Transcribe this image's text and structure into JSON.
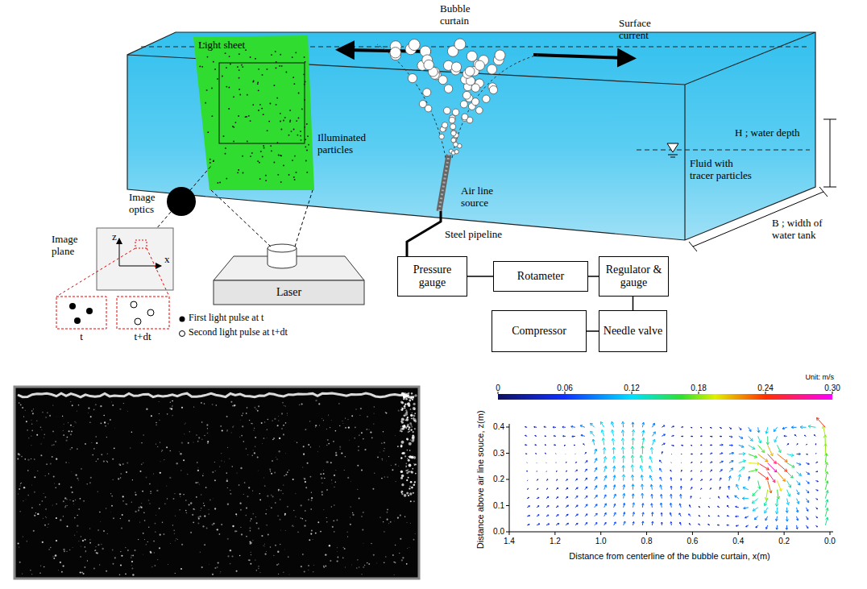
{
  "diagram": {
    "nodes": [
      {
        "text": [
          "Laser"
        ]
      },
      {
        "text": [
          "Pressure gauge"
        ]
      },
      {
        "text": [
          "Rotameter"
        ]
      },
      {
        "text": [
          "Regulator & gauge"
        ]
      },
      {
        "text": [
          "Compressor"
        ]
      },
      {
        "text": [
          "Needle valve"
        ]
      }
    ],
    "edges": [
      {
        "from": 1,
        "to": 2,
        "arrow": "none"
      },
      {
        "from": 2,
        "to": 3,
        "arrow": "none"
      },
      {
        "from": 3,
        "to": 5,
        "arrow": "none"
      },
      {
        "from": 5,
        "to": 4,
        "arrow": "none"
      }
    ],
    "labels": [
      "Light sheet",
      "Bubble curtain",
      "Surface current",
      "Illuminated particles",
      "H ; water depth",
      "Fluid with tracer particles",
      "Air line source",
      "B ; width of water tank",
      "Image optics",
      "Image plane",
      "Steel pipeline",
      "z",
      "x",
      "t",
      "t+dt",
      "Unit: m/s",
      "0",
      "0.06",
      "0.12",
      "0.18",
      "0.24",
      "0.30",
      "0.0",
      "0.1",
      "0.2",
      "0.3",
      "0.4",
      "1.4",
      "1.2",
      "1.0",
      "0.8",
      "0.6",
      "0.4",
      "0.2",
      "0.0",
      "Distance above air line souce, z(m)",
      "Distance from centerline of the bubble curtain, x(m)"
    ],
    "legend": [
      {
        "text": "First light pulse at t"
      },
      {
        "text": "Second light pulse at t+dt"
      }
    ]
  }
}
